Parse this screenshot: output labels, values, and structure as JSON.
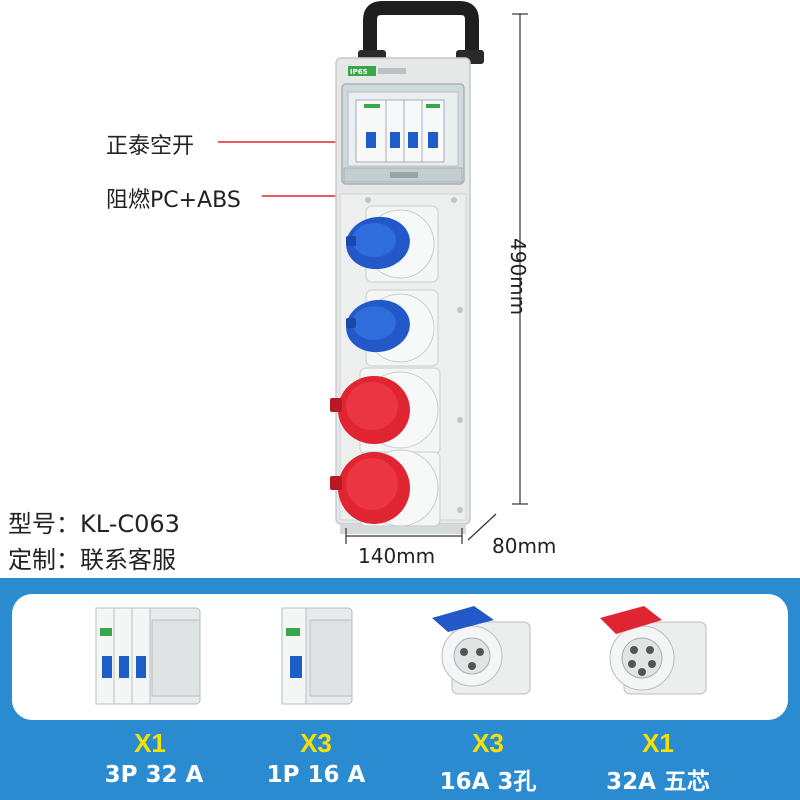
{
  "callouts": {
    "breaker_brand": "正泰空开",
    "material": "阻燃PC+ABS"
  },
  "product": {
    "model_label": "型号：",
    "model": "KL-C063",
    "custom_label": "定制：",
    "custom_value": "联系客服",
    "ip_rating": "IP65"
  },
  "dimensions": {
    "height": "490mm",
    "width": "140mm",
    "depth": "80mm"
  },
  "components": [
    {
      "qty": "X1",
      "desc": "3P 32 A",
      "icon": "three-pole-breaker-icon"
    },
    {
      "qty": "X3",
      "desc": "1P 16 A",
      "icon": "single-pole-breaker-icon"
    },
    {
      "qty": "X3",
      "desc": "16A 3孔",
      "icon": "blue-socket-icon"
    },
    {
      "qty": "X1",
      "desc": "32A 五芯",
      "icon": "red-socket-icon"
    }
  ],
  "colors": {
    "band": "#2a8bd0",
    "qty": "#f5e000",
    "blue_socket": "#2358c8",
    "red_socket": "#e02431",
    "callout_line": "#e02431",
    "brand_green": "#3aa64a"
  }
}
